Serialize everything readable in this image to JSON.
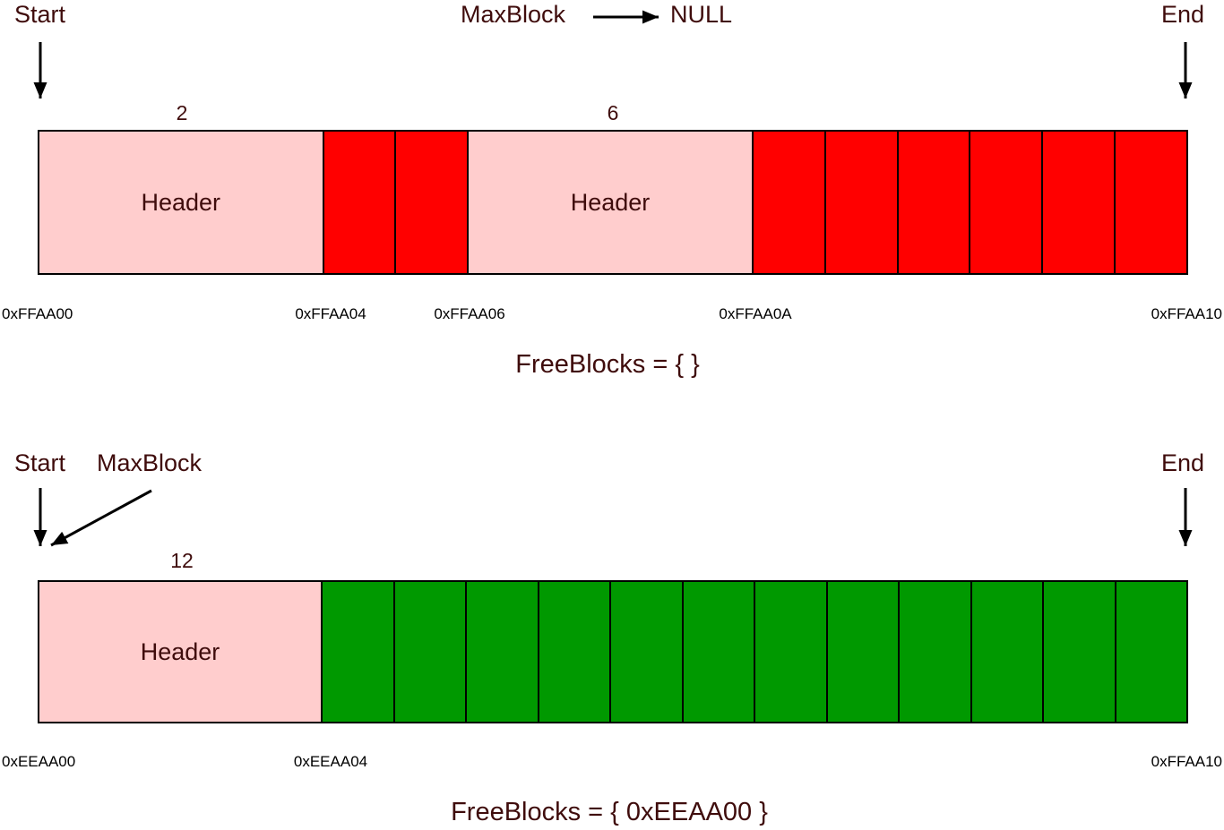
{
  "colors": {
    "text_maroon": "#3F0C0C",
    "header_pink": "#FFCDCD",
    "allocated_red": "#FF0000",
    "free_green": "#009900",
    "line_black": "#000000"
  },
  "top_diagram": {
    "start_label": "Start",
    "maxblock_label": "MaxBlock",
    "null_label": "NULL",
    "end_label": "End",
    "block1_size": "2",
    "block2_size": "6",
    "header1_label": "Header",
    "header2_label": "Header",
    "allocated_cells_after_header1": 2,
    "allocated_cells_after_header2": 6,
    "addresses": [
      "0xFFAA00",
      "0xFFAA04",
      "0xFFAA06",
      "0xFFAA0A",
      "0xFFAA10"
    ],
    "freeblocks_label": "FreeBlocks = { }"
  },
  "bottom_diagram": {
    "start_label": "Start",
    "maxblock_label": "MaxBlock",
    "end_label": "End",
    "block_size": "12",
    "header_label": "Header",
    "free_cells": 12,
    "addresses": [
      "0xEEAA00",
      "0xEEAA04",
      "0xFFAA10"
    ],
    "freeblocks_label": "FreeBlocks = { 0xEEAA00 }"
  }
}
